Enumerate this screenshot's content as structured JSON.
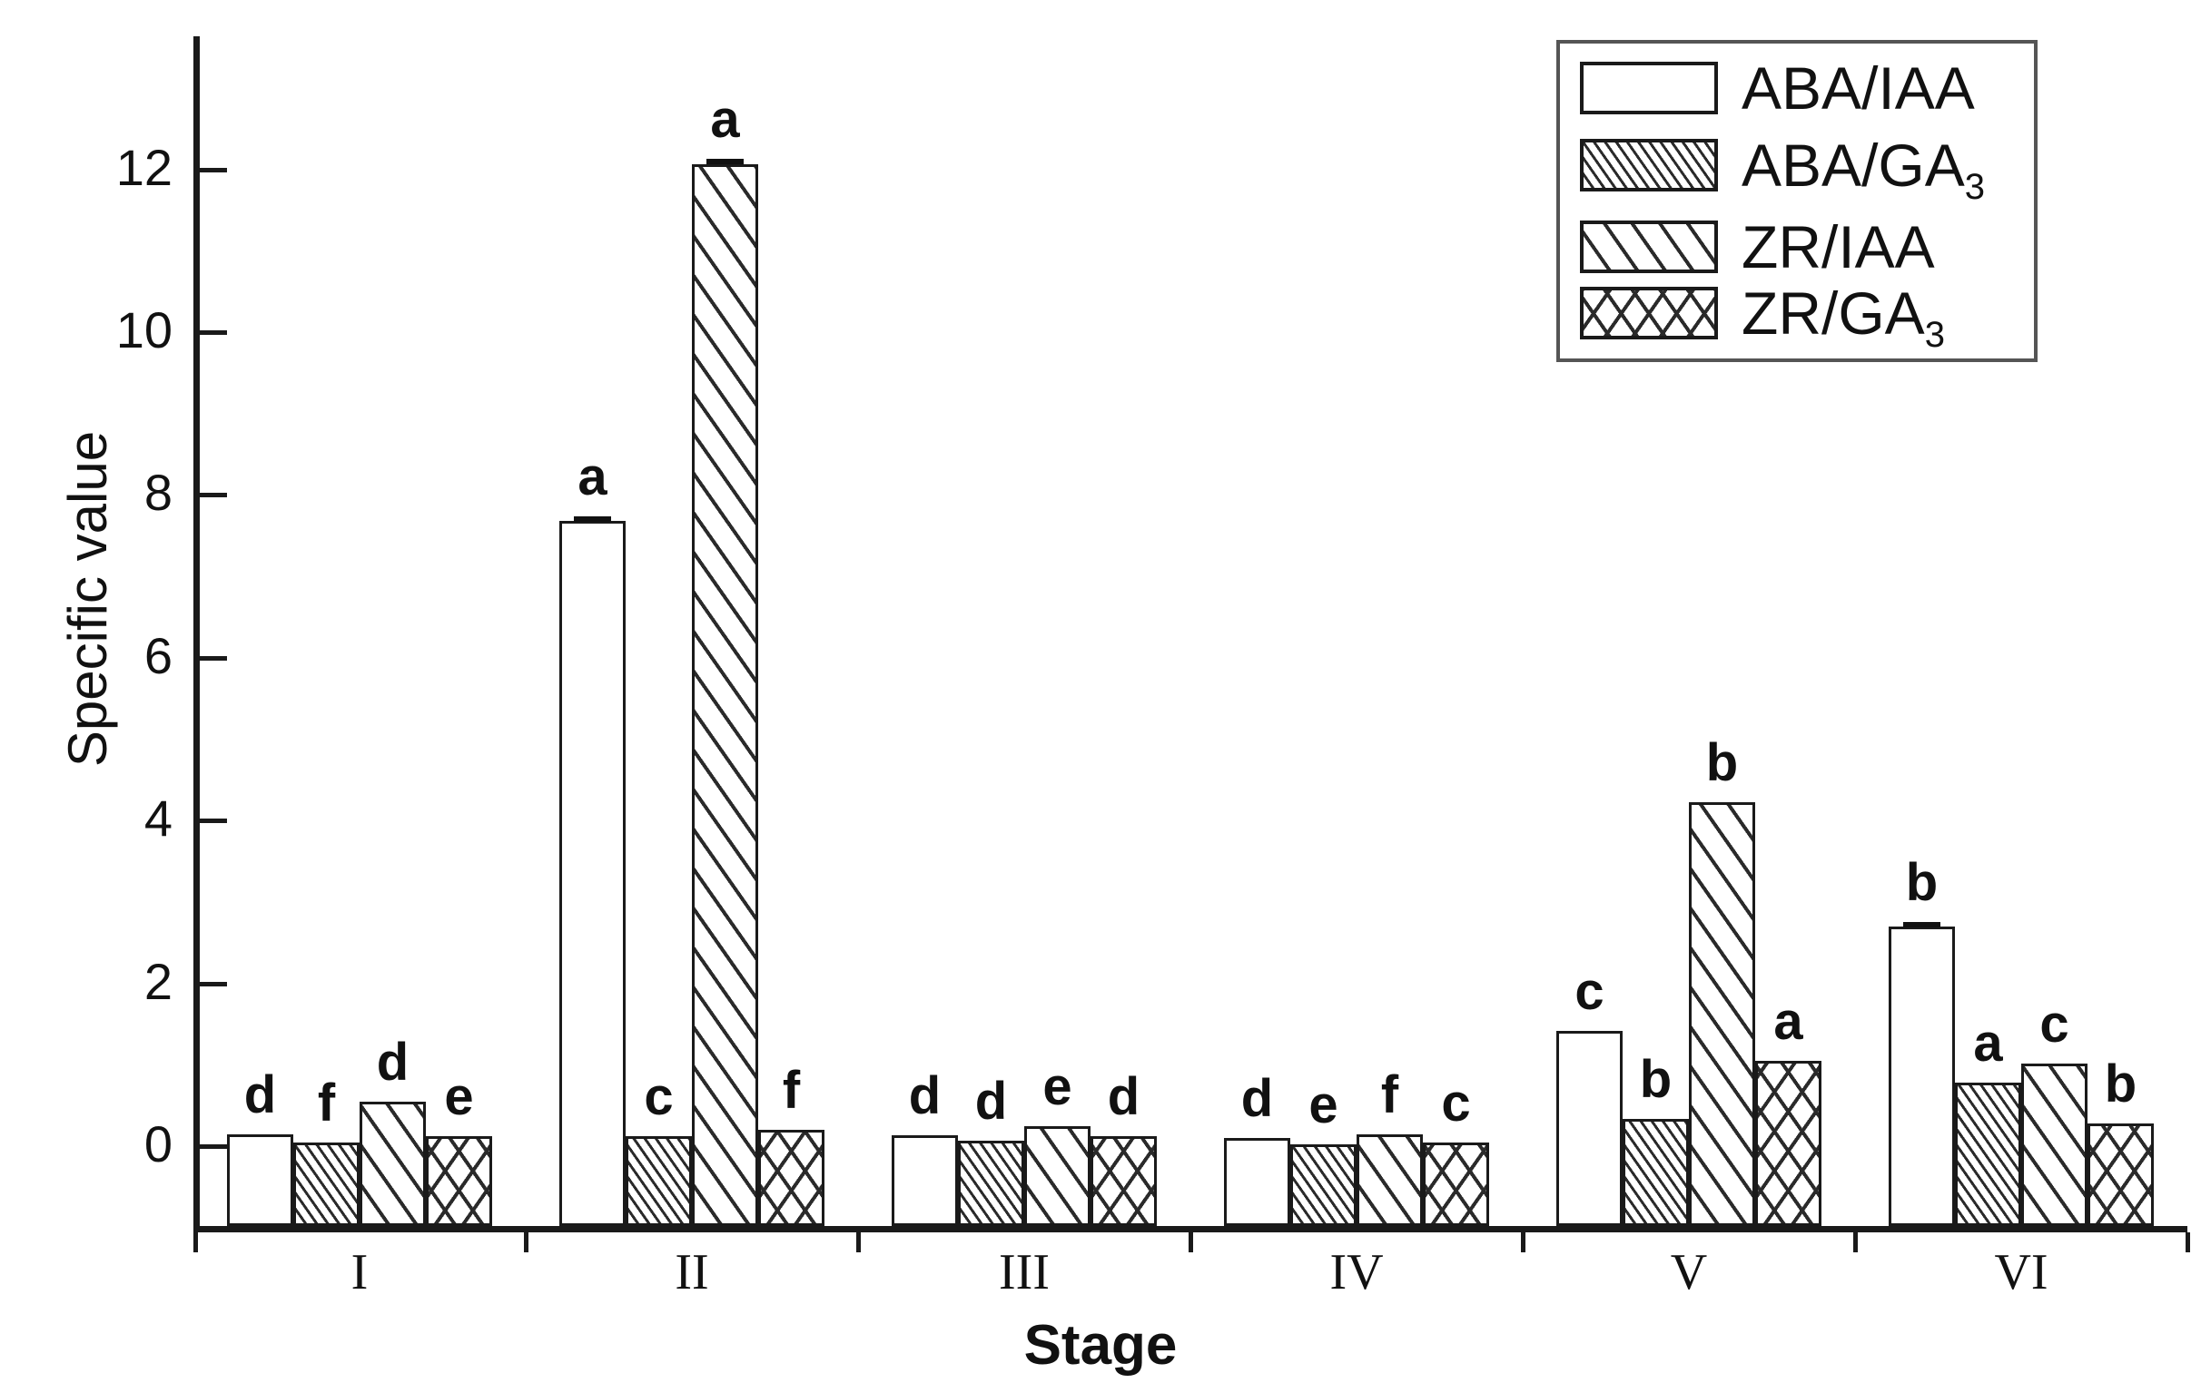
{
  "chart_data": {
    "type": "bar",
    "title": "",
    "xlabel": "Stage",
    "ylabel": "Specific value",
    "categories": [
      "I",
      "II",
      "III",
      "IV",
      "V",
      "VI"
    ],
    "ylim": [
      0,
      13.2
    ],
    "yticks": [
      0,
      2,
      4,
      6,
      8,
      10,
      12
    ],
    "ytick_labels": [
      "0",
      "2",
      "4",
      "6",
      "8",
      "10",
      "12"
    ],
    "grid": false,
    "legend_position": "top-right",
    "series": [
      {
        "name": "ABA/IAA",
        "pattern": "plain",
        "values": [
          0.15,
          7.68,
          0.13,
          0.1,
          1.42,
          2.7
        ],
        "sig_letters": [
          "d",
          "a",
          "d",
          "d",
          "c",
          "b"
        ],
        "errors": [
          0.0,
          0.06,
          0.0,
          0.0,
          0.0,
          0.05
        ]
      },
      {
        "name": "ABA/GA3",
        "name_display": "ABA/GA",
        "name_sub": "3",
        "pattern": "dense-hatch",
        "values": [
          0.05,
          0.12,
          0.07,
          0.02,
          0.33,
          0.78
        ],
        "sig_letters": [
          "f",
          "c",
          "d",
          "e",
          "b",
          "a"
        ],
        "errors": [
          0.0,
          0.0,
          0.0,
          0.0,
          0.0,
          0.0
        ]
      },
      {
        "name": "ZR/IAA",
        "pattern": "sparse-hatch",
        "values": [
          0.55,
          12.06,
          0.25,
          0.14,
          4.22,
          1.02
        ],
        "sig_letters": [
          "d",
          "a",
          "e",
          "f",
          "b",
          "c"
        ],
        "errors": [
          0.0,
          0.07,
          0.0,
          0.0,
          0.0,
          0.0
        ]
      },
      {
        "name": "ZR/GA3",
        "name_display": "ZR/GA",
        "name_sub": "3",
        "pattern": "cross-hatch",
        "values": [
          0.12,
          0.2,
          0.12,
          0.04,
          1.05,
          0.28
        ],
        "sig_letters": [
          "e",
          "f",
          "d",
          "c",
          "a",
          "b"
        ],
        "errors": [
          0.0,
          0.0,
          0.0,
          0.0,
          0.0,
          0.0
        ]
      }
    ]
  },
  "axes": {
    "y_title": "Specific value",
    "x_title": "Stage"
  },
  "legend": {
    "items": [
      {
        "label": "ABA/IAA",
        "base": "ABA/IAA",
        "sub": "",
        "pattern": "plain"
      },
      {
        "label": "ABA/GA3",
        "base": "ABA/GA",
        "sub": "3",
        "pattern": "dense-hatch"
      },
      {
        "label": "ZR/IAA",
        "base": "ZR/IAA",
        "sub": "",
        "pattern": "sparse-hatch"
      },
      {
        "label": "ZR/GA3",
        "base": "ZR/GA",
        "sub": "3",
        "pattern": "cross-hatch"
      }
    ]
  },
  "colors": {
    "ink": "#1a1a1a",
    "background": "#ffffff",
    "hatch": "#2a2a2a",
    "legend_border": "#555555"
  }
}
